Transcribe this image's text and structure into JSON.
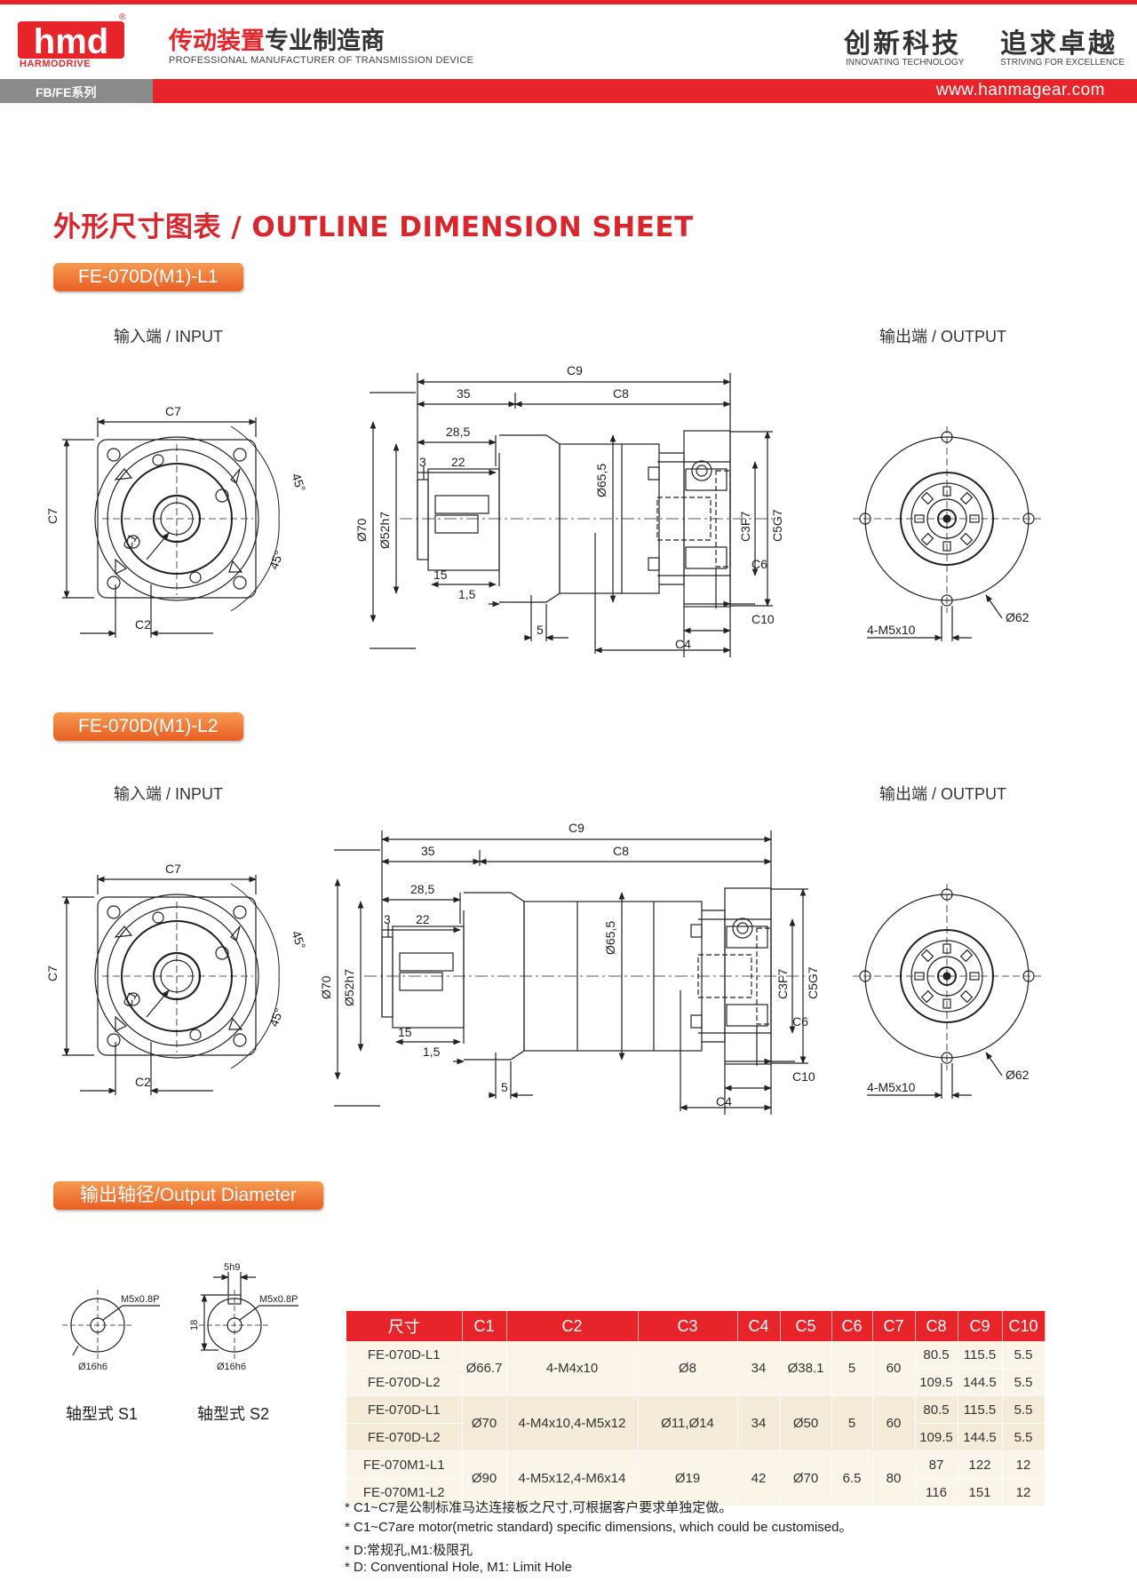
{
  "header": {
    "logo_text": "hmd",
    "logo_word": "HARMODRIVE",
    "registered": "®",
    "tagline_cn_red": "传动装置",
    "tagline_cn_dark": "专业制造商",
    "tagline_en": "PROFESSIONAL MANUFACTURER OF TRANSMISSION DEVICE",
    "slogan1_cn": "创新科技",
    "slogan1_en": "INNOVATING TECHNOLOGY",
    "slogan2_cn": "追求卓越",
    "slogan2_en": "STRIVING FOR EXCELLENCE",
    "series": "FB/FE系列",
    "website": "www.hanmagear.com"
  },
  "sheet_title": "外形尺寸图表 / OUTLINE DIMENSION SHEET",
  "models": [
    {
      "name": "FE-070D(M1)-L1",
      "input_label": "输入端 / INPUT",
      "output_label": "输出端 / OUTPUT"
    },
    {
      "name": "FE-070D(M1)-L2",
      "input_label": "输入端 / INPUT",
      "output_label": "输出端 / OUTPUT"
    }
  ],
  "dims": {
    "c1": "C1",
    "c2": "C2",
    "c3": "C3F7",
    "c4": "C4",
    "c5": "C5G7",
    "c6": "C6",
    "c7": "C7",
    "c8": "C8",
    "c9": "C9",
    "c10": "C10",
    "d35": "35",
    "d28": "28,5",
    "d3": "3",
    "d22": "22",
    "d15": "15",
    "d15b": "1,5",
    "d5": "5",
    "phi70": "Ø70",
    "phi52": "Ø52h7",
    "phi65": "Ø65,5",
    "phi62": "Ø62",
    "holes": "4-M5x10",
    "a45": "45°"
  },
  "output_diameter": {
    "title": "输出轴径/Output Diameter",
    "s1_label": "轴型式 S1",
    "s2_label": "轴型式 S2",
    "thread": "M5x0.8P",
    "phi16": "Ø16h6",
    "key": "5h9",
    "height": "18"
  },
  "table": {
    "headers": [
      "尺寸",
      "C1",
      "C2",
      "C3",
      "C4",
      "C5",
      "C6",
      "C7",
      "C8",
      "C9",
      "C10"
    ],
    "groups": [
      {
        "models": [
          "FE-070D-L1",
          "FE-070D-L2"
        ],
        "c1": "Ø66.7",
        "c2": "4-M4x10",
        "c3": "Ø8",
        "c4": "34",
        "c5": "Ø38.1",
        "c6": "5",
        "c7": "60",
        "rows": [
          [
            "80.5",
            "115.5",
            "5.5"
          ],
          [
            "109.5",
            "144.5",
            "5.5"
          ]
        ]
      },
      {
        "models": [
          "FE-070D-L1",
          "FE-070D-L2"
        ],
        "c1": "Ø70",
        "c2": "4-M4x10,4-M5x12",
        "c3": "Ø11,Ø14",
        "c4": "34",
        "c5": "Ø50",
        "c6": "5",
        "c7": "60",
        "rows": [
          [
            "80.5",
            "115.5",
            "5.5"
          ],
          [
            "109.5",
            "144.5",
            "5.5"
          ]
        ]
      },
      {
        "models": [
          "FE-070M1-L1",
          "FE-070M1-L2"
        ],
        "c1": "Ø90",
        "c2": "4-M5x12,4-M6x14",
        "c3": "Ø19",
        "c4": "42",
        "c5": "Ø70",
        "c6": "6.5",
        "c7": "80",
        "rows": [
          [
            "87",
            "122",
            "12"
          ],
          [
            "116",
            "151",
            "12"
          ]
        ]
      }
    ]
  },
  "notes": [
    "* C1~C7是公制标准马达连接板之尺寸,可根据客户要求单独定做。",
    "* C1~C7are motor(metric standard)  specific dimensions, which could be customised。",
    "* D:常规孔,M1:极限孔",
    "* D: Conventional Hole, M1: Limit Hole"
  ]
}
